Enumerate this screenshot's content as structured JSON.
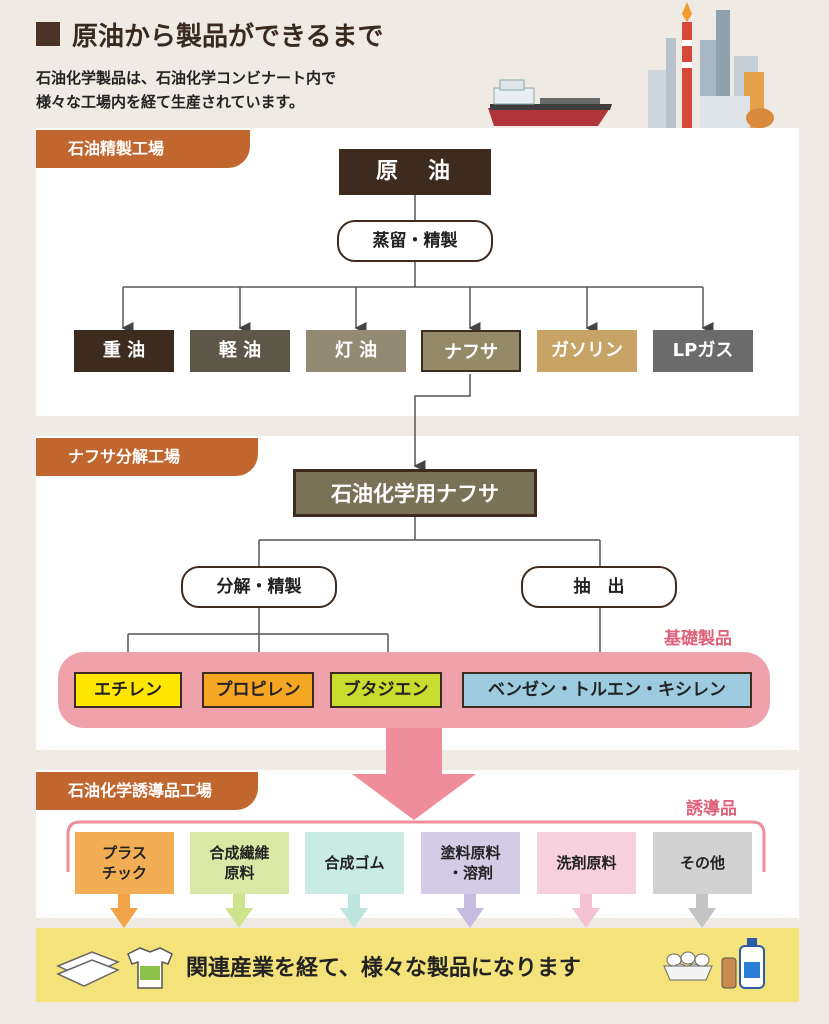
{
  "title": "原油から製品ができるまで",
  "intro": [
    "石油化学製品は、石油化学コンビナート内で",
    "様々な工場内を経て生産されています。"
  ],
  "sections": {
    "refinery": "石油精製工場",
    "naphtha_cracking": "ナフサ分解工場",
    "derivatives_plant": "石油化学誘導品工場"
  },
  "crude": "原　油",
  "distill": "蒸留・精製",
  "refined_products": [
    "重 油",
    "軽 油",
    "灯 油",
    "ナフサ",
    "ガソリン",
    "LPガス"
  ],
  "chem_naphtha": "石油化学用ナフサ",
  "processes": [
    "分解・精製",
    "抽　出"
  ],
  "basic_label": "基礎製品",
  "basic_products": [
    "エチレン",
    "プロピレン",
    "ブタジエン",
    "ベンゼン・トルエン・キシレン"
  ],
  "derivatives_label": "誘導品",
  "derivatives": [
    [
      "プラス",
      "チック"
    ],
    [
      "合成繊維",
      "原料"
    ],
    [
      "合成ゴム"
    ],
    [
      "塗料原料",
      "・溶剤"
    ],
    [
      "洗剤原料"
    ],
    [
      "その他"
    ]
  ],
  "conclusion": "関連産業を経て、様々な製品になります",
  "colors": {
    "tab": "#c2662f",
    "dark": "#3d2b1f",
    "pink": "#f0a2ac",
    "pink_text": "#e0627a",
    "yellow_bar": "#f4e27a"
  }
}
